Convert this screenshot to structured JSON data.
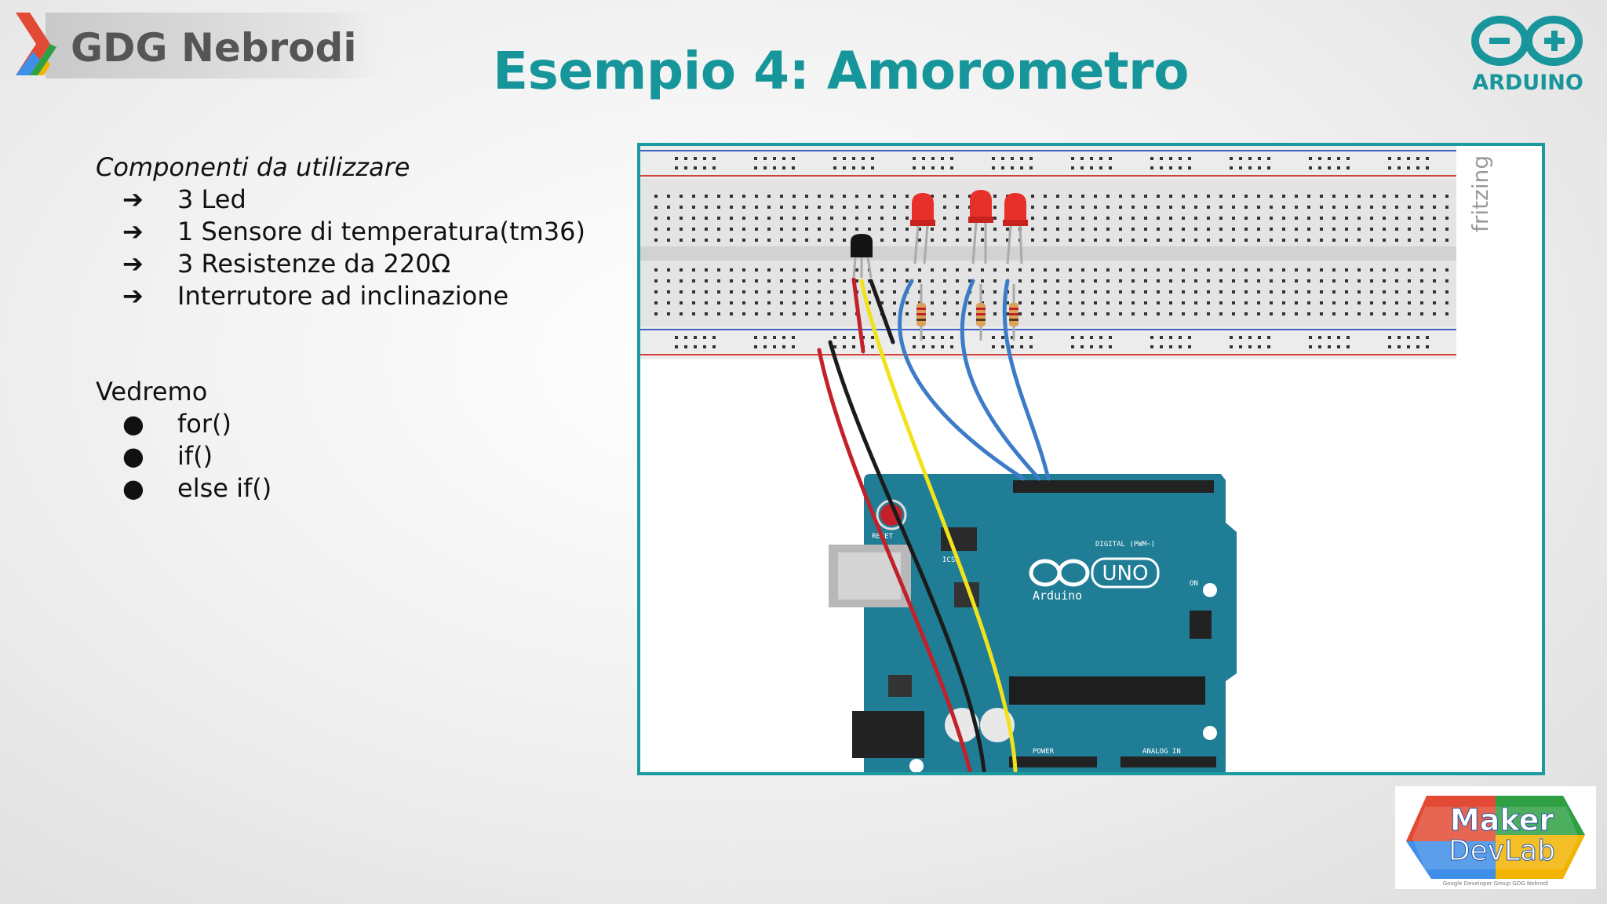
{
  "header": {
    "gdg_logo_text": "GDG Nebrodi",
    "title": "Esempio 4: Amorometro",
    "arduino_logo_text": "ARDUINO"
  },
  "components": {
    "heading": "Componenti da utilizzare",
    "marker": "➔",
    "items": [
      "3 Led",
      "1 Sensore di temperatura(tm36)",
      "3 Resistenze da 220Ω",
      "Interrutore ad inclinazione"
    ]
  },
  "vedremo": {
    "heading": "Vedremo",
    "marker": "●",
    "items": [
      "for()",
      "if()",
      "else if()"
    ]
  },
  "diagram": {
    "watermark": "fritzing",
    "board_logo_text": "Arduino",
    "board_model": "UNO",
    "labels": {
      "reset": "RESET",
      "icsp": "ICSP",
      "digital": "DIGITAL (PWM~)",
      "analog": "ANALOG IN",
      "power": "POWER",
      "on": "ON"
    },
    "colors": {
      "wire_red": "#c4202a",
      "wire_black": "#1b1b1b",
      "wire_yellow": "#f2e21c",
      "wire_blue": "#3b7bc7",
      "board": "#1f7d96",
      "led": "#e8302b"
    }
  },
  "footer": {
    "maker_logo_line1": "Maker",
    "maker_logo_line2": "DevLab",
    "maker_logo_caption": "Google Developer Group GDG Nebrodi"
  }
}
